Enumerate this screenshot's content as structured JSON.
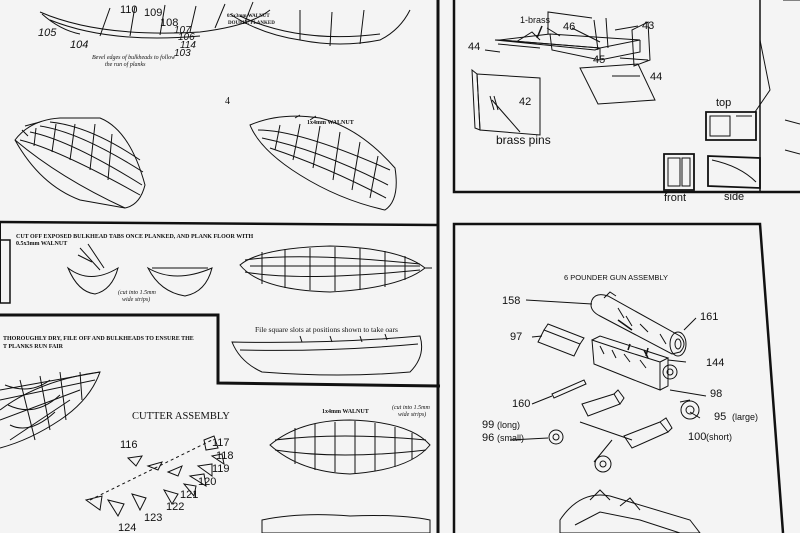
{
  "panel_top_left": {
    "page_number": "4",
    "part_numbers": [
      "105",
      "110",
      "109",
      "108",
      "107",
      "106",
      "104",
      "114",
      "103"
    ],
    "bevel_note_line1": "Bevel edges of bulkheads to follow",
    "bevel_note_line2": "the run of planks",
    "double_planked_line1": "0.5x3mm WALNUT",
    "double_planked_line2": "DOUBLE PLANKED",
    "walnut_label": "1x4mm WALNUT",
    "cut_off_note_line1": "CUT OFF EXPOSED BULKHEAD TABS ONCE PLANKED, AND PLANK FLOOR WITH",
    "cut_off_note_line2": "0.5x3mm WALNUT",
    "strip_note_line1": "(cut into 1.5mm",
    "strip_note_line2": "wide strips)",
    "file_slots_note": "File square slots at positions shown to take oars"
  },
  "panel_bottom_left": {
    "dry_note_line1": "THOROUGHLY DRY, FILE OFF AND BULKHEADS TO ENSURE THE",
    "dry_note_line2": "T PLANKS RUN FAIR",
    "cutter_title": "CUTTER ASSEMBLY",
    "part_numbers": [
      "116",
      "117",
      "118",
      "119",
      "120",
      "121",
      "122",
      "123",
      "124"
    ],
    "walnut_label": "1x4mm WALNUT",
    "strip_note_line1": "(cut into 1.5mm",
    "strip_note_line2": "wide strips)"
  },
  "panel_top_right": {
    "brass_label": "1-brass",
    "part_numbers": [
      "46",
      "43",
      "44",
      "45",
      "44",
      "42"
    ],
    "brass_pins_label": "brass pins",
    "top_label": "top",
    "front_label": "front",
    "side_label": "side"
  },
  "panel_bottom_right": {
    "title": "6 POUNDER GUN ASSEMBLY",
    "labels": {
      "p158": "158",
      "p161": "161",
      "p97": "97",
      "p144": "144",
      "p98": "98",
      "p160": "160",
      "p95": "95",
      "p95_note": "(large)",
      "p99": "99",
      "p99_note": "(long)",
      "p96": "96",
      "p96_note": "(small)",
      "p100": "100",
      "p100_note": "(short)"
    }
  }
}
